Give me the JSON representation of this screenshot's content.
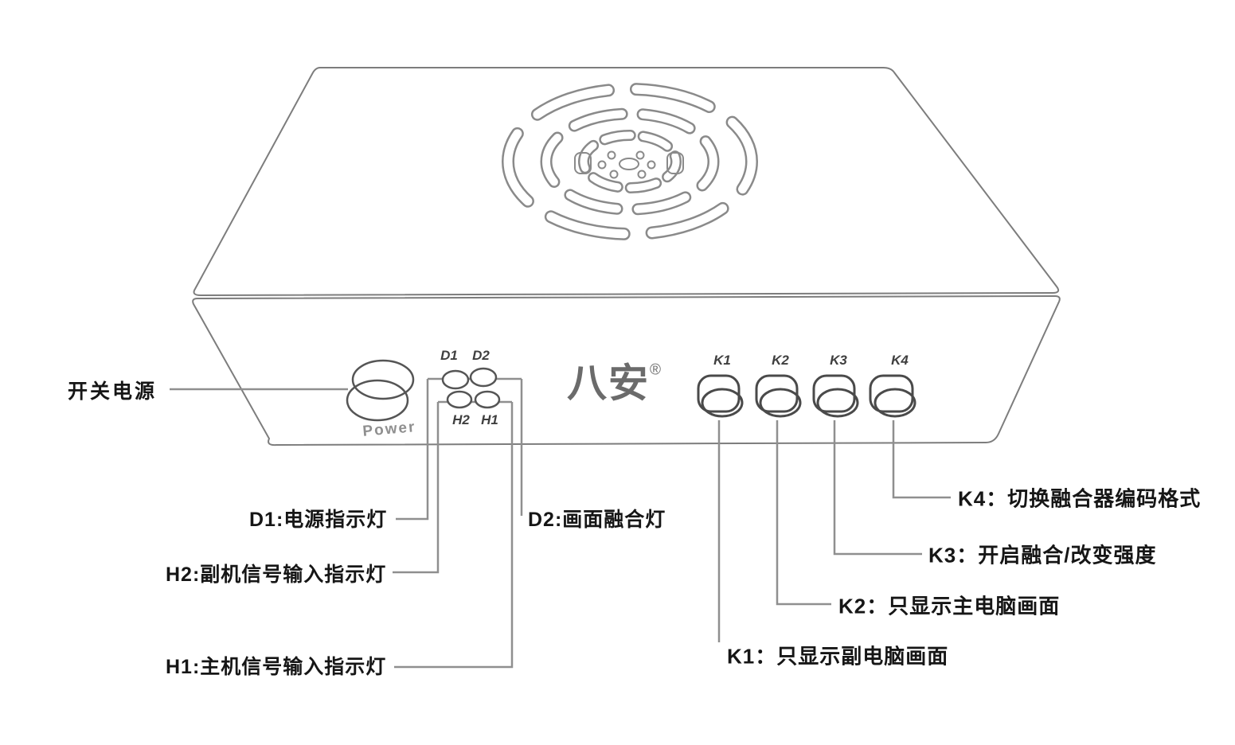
{
  "brand": {
    "logo_text": "八安",
    "registered_mark": "®"
  },
  "device": {
    "power_knob_label": "Power",
    "leds": {
      "d1": "D1",
      "d2": "D2",
      "h2": "H2",
      "h1": "H1"
    },
    "buttons": {
      "k1": "K1",
      "k2": "K2",
      "k3": "K3",
      "k4": "K4"
    }
  },
  "callouts": {
    "power_switch": "开关电源",
    "d1": "D1:电源指示灯",
    "d2": "D2:画面融合灯",
    "h2": "H2:副机信号输入指示灯",
    "h1": "H1:主机信号输入指示灯",
    "k1": "K1：只显示副电脑画面",
    "k2": "K2：只显示主电脑画面",
    "k3": "K3：开启融合/改变强度",
    "k4": "K4：切换融合器编码格式"
  },
  "colors": {
    "outline_gray": "#7d7d7d",
    "line_gray": "#8f8f8f",
    "part_gray": "#555555",
    "grille_gray": "#8a8a8a",
    "text_black": "#161616",
    "logo_gray": "#6b6b6b"
  }
}
